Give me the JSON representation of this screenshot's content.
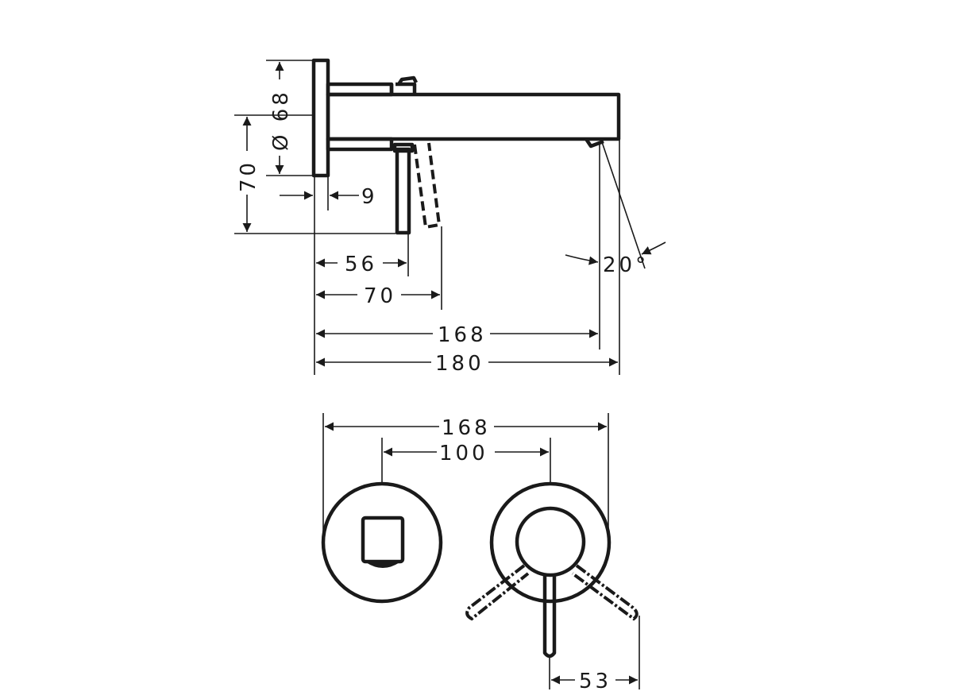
{
  "drawing": {
    "title": "Wall-mounted basin mixer dimension drawing",
    "side_view": {
      "dimensions": {
        "rosette_diameter": "Ø 68",
        "height_to_lever": "70",
        "rosette_depth": "9",
        "lever_offset": "56",
        "lever_offset_swing": "70",
        "spout_outlet": "168",
        "spout_length": "180",
        "spout_angle": "20°"
      }
    },
    "front_view": {
      "dimensions": {
        "rosette_outer_span": "168",
        "rosette_center_distance": "100",
        "lever_swing": "53"
      }
    }
  }
}
